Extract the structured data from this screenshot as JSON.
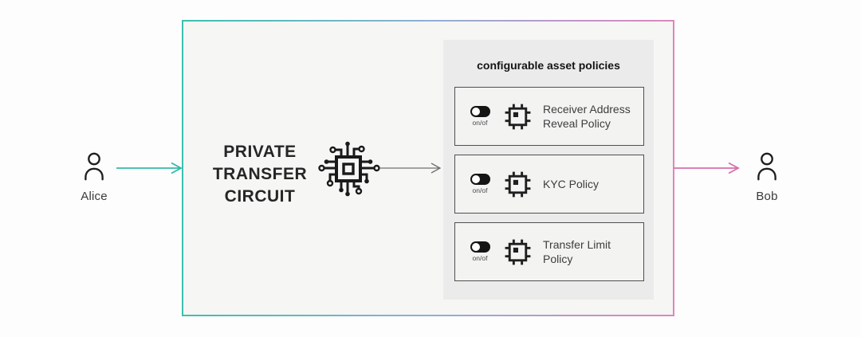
{
  "actors": {
    "sender": "Alice",
    "receiver": "Bob"
  },
  "circuit": {
    "title_line1": "PRIVATE",
    "title_line2": "TRANSFER",
    "title_line3": "CIRCUIT"
  },
  "policies": {
    "title": "configurable asset policies",
    "toggle_caption": "on/of",
    "items": [
      {
        "label": "Receiver Address Reveal Policy"
      },
      {
        "label": "KYC Policy"
      },
      {
        "label": "Transfer Limit Policy"
      }
    ]
  },
  "icons": {
    "user_icon": "person-outline",
    "circuit_chip_icon": "microchip-with-traces",
    "chip_icon": "microchip",
    "toggle_icon": "toggle-switch",
    "arrow_icon": "right-arrow"
  },
  "colors": {
    "teal_accent": "#3cc0ad",
    "pink_accent": "#d66fac",
    "gradient_mid": "#8fb0d6",
    "box_fill": "#f6f6f5",
    "panel_fill": "#ebebeb",
    "card_fill": "#f3f3f2",
    "card_border": "#4f4f4f",
    "ink": "#1a1a1a"
  }
}
